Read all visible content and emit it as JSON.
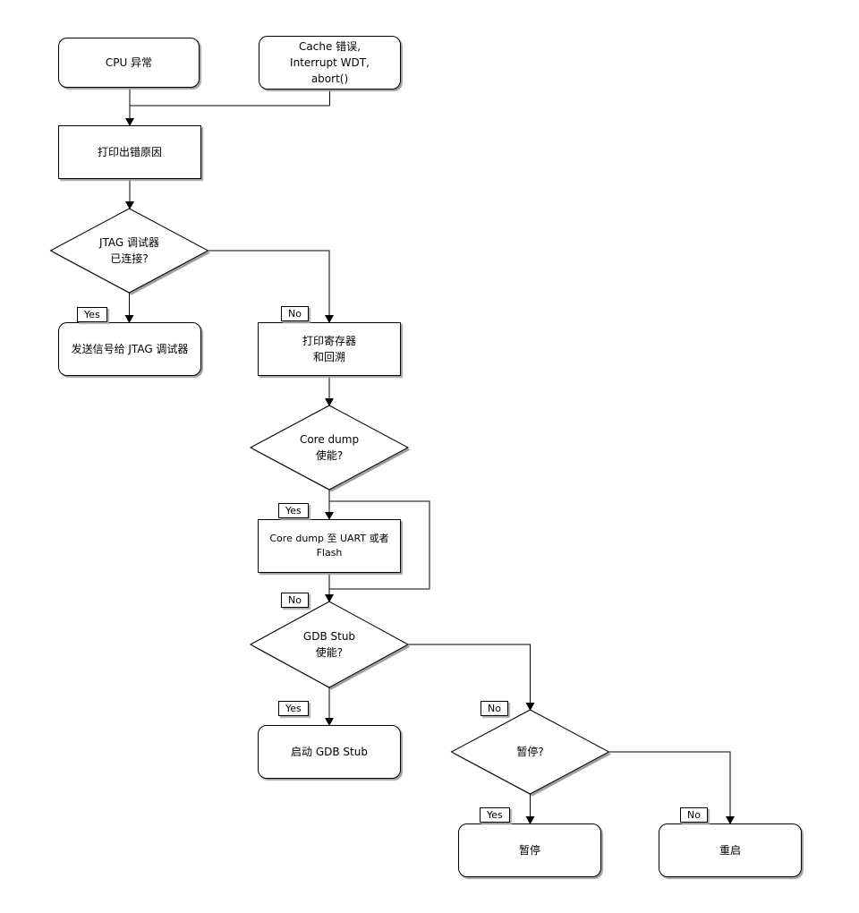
{
  "flowchart": {
    "nodes": {
      "cpu_exception": "CPU 异常",
      "other_triggers": "Cache 错误,\nInterrupt WDT,\nabort()",
      "print_error_reason": "打印出错原因",
      "jtag_decision": "JTAG 调试器\n已连接?",
      "send_signal_jtag": "发送信号给 JTAG 调试器",
      "print_registers_backtrace": "打印寄存器\n和回溯",
      "core_dump_decision": "Core dump\n使能?",
      "core_dump_output": "Core dump 至 UART 或者 Flash",
      "gdb_stub_decision": "GDB Stub\n使能?",
      "start_gdb_stub": "启动 GDB Stub",
      "halt_decision": "暂停?",
      "halt": "暂停",
      "reboot": "重启"
    },
    "edge_labels": {
      "jtag_yes": "Yes",
      "jtag_no": "No",
      "core_dump_yes": "Yes",
      "core_dump_no": "No",
      "gdb_stub_yes": "Yes",
      "gdb_stub_no": "No",
      "halt_yes": "Yes",
      "halt_no": "No"
    },
    "colors": {
      "background": "#ffffff",
      "shape_fill": "#ffffff",
      "shape_border": "#000000",
      "connector": "#000000",
      "shadow": "#9f9f9f"
    }
  }
}
